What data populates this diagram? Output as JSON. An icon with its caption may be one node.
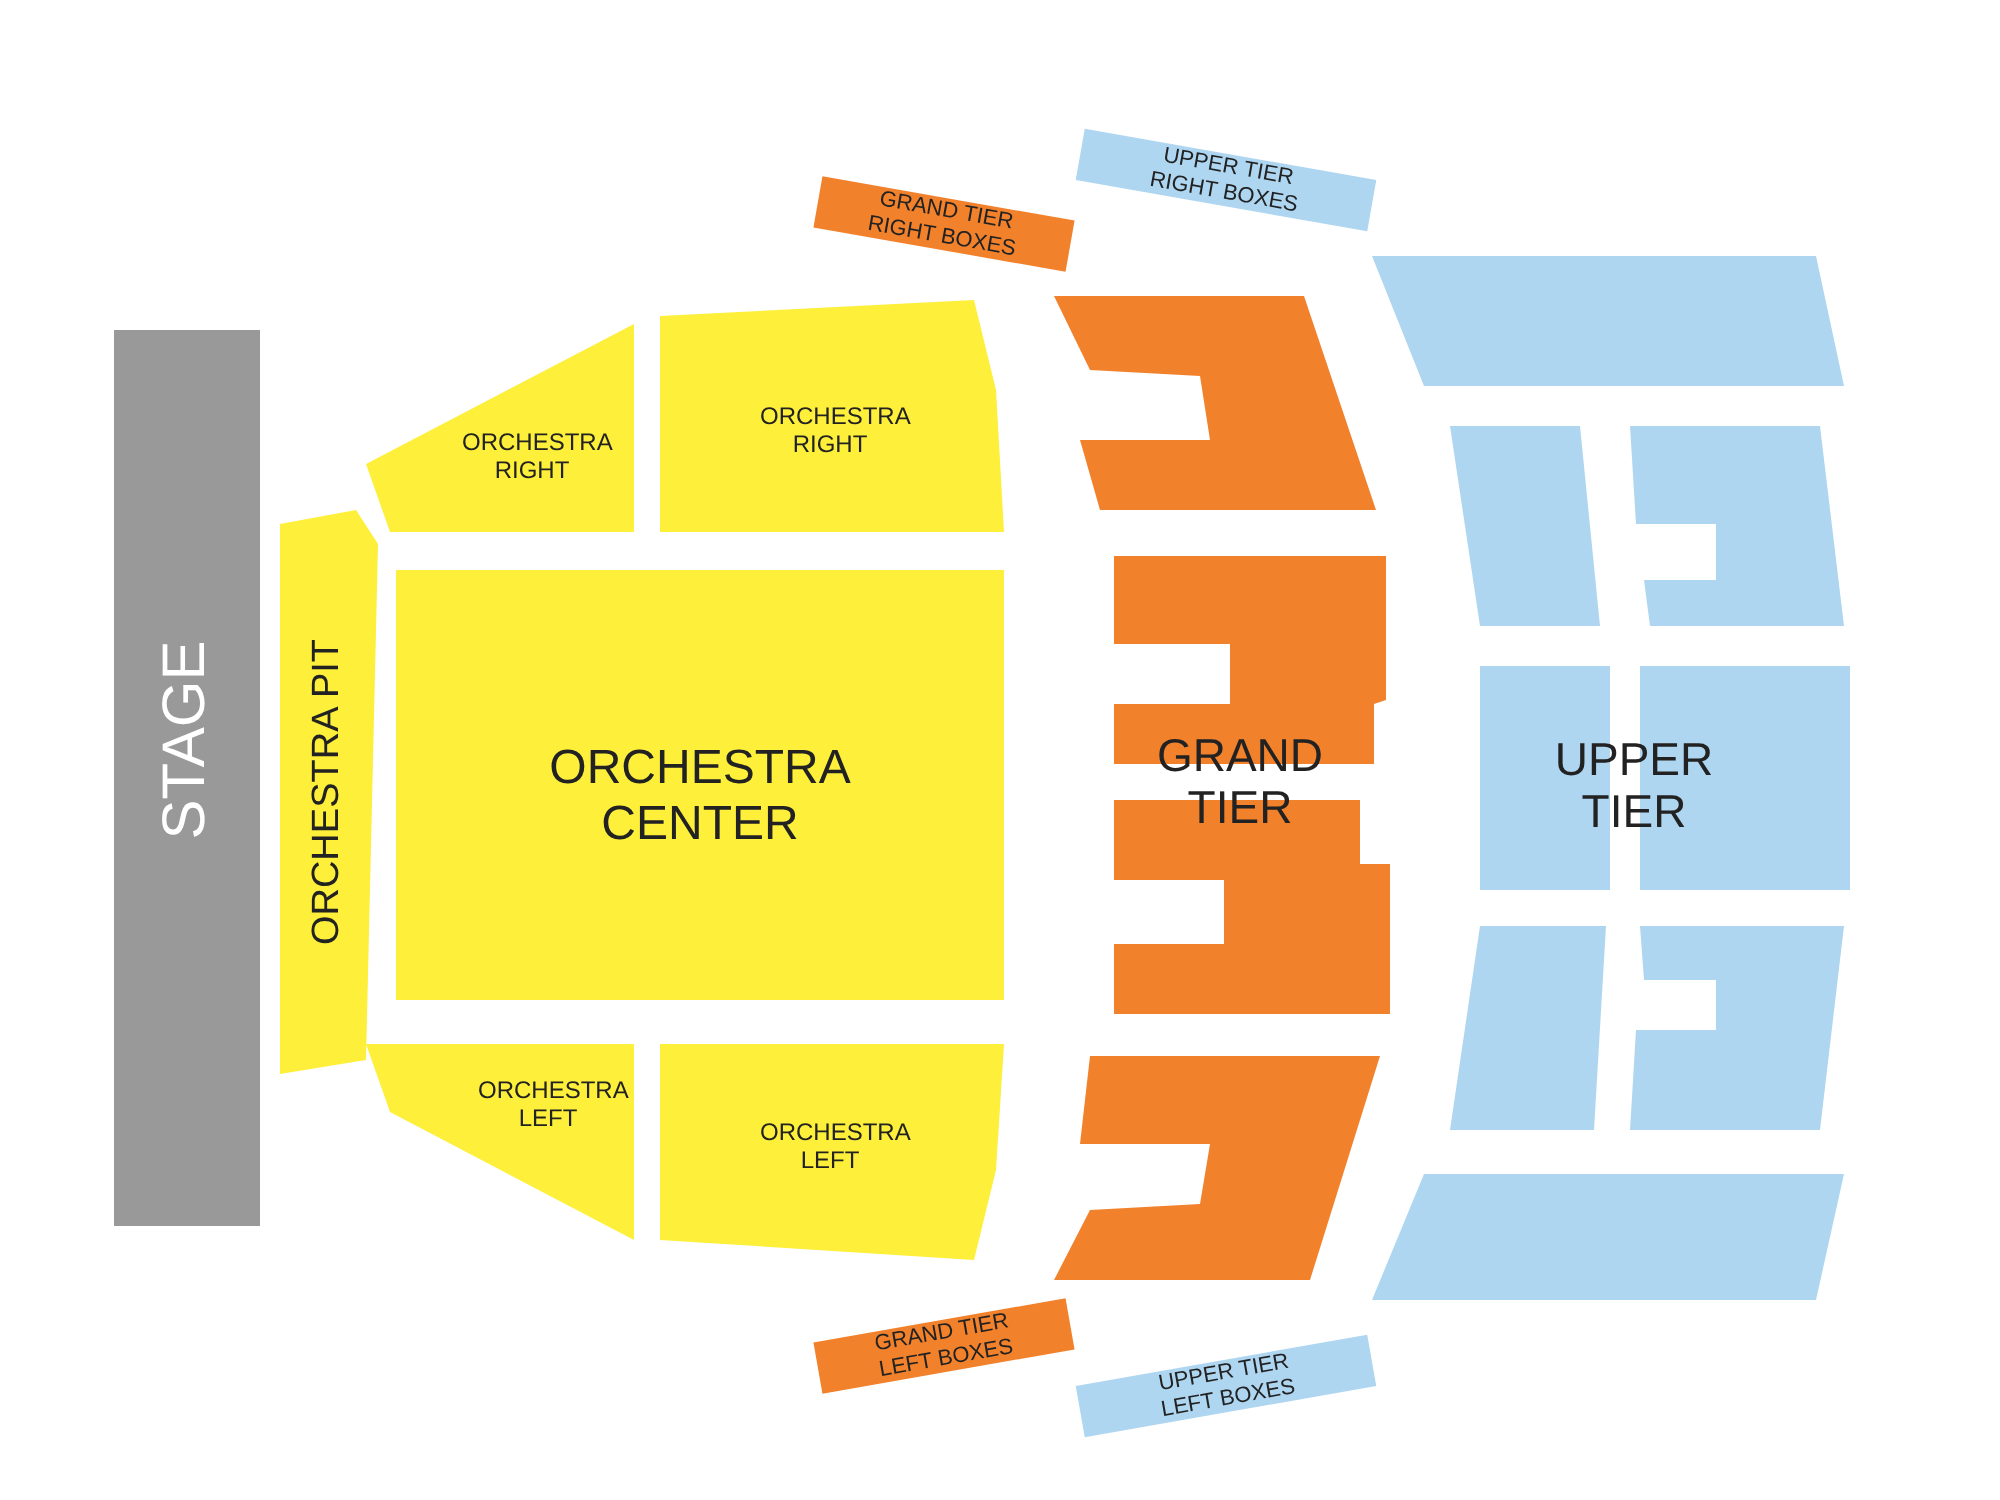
{
  "diagram": {
    "nodes": [
      {
        "text": [
          "STAGE"
        ]
      },
      {
        "text": [
          "ORCHESTRA PIT"
        ]
      },
      {
        "text": [
          "ORCHESTRA RIGHT"
        ]
      },
      {
        "text": [
          "ORCHESTRA RIGHT"
        ]
      },
      {
        "text": [
          "ORCHESTRA CENTER"
        ]
      },
      {
        "text": [
          "ORCHESTRA LEFT"
        ]
      },
      {
        "text": [
          "ORCHESTRA LEFT"
        ]
      },
      {
        "text": [
          "GRAND TIER RIGHT BOXES"
        ]
      },
      {
        "text": [
          "UPPER TIER RIGHT BOXES"
        ]
      },
      {
        "text": [
          "GRAND TIER"
        ]
      },
      {
        "text": [
          "UPPER TIER"
        ]
      },
      {
        "text": [
          "GRAND TIER LEFT BOXES"
        ]
      },
      {
        "text": [
          "UPPER TIER LEFT BOXES"
        ]
      }
    ]
  }
}
